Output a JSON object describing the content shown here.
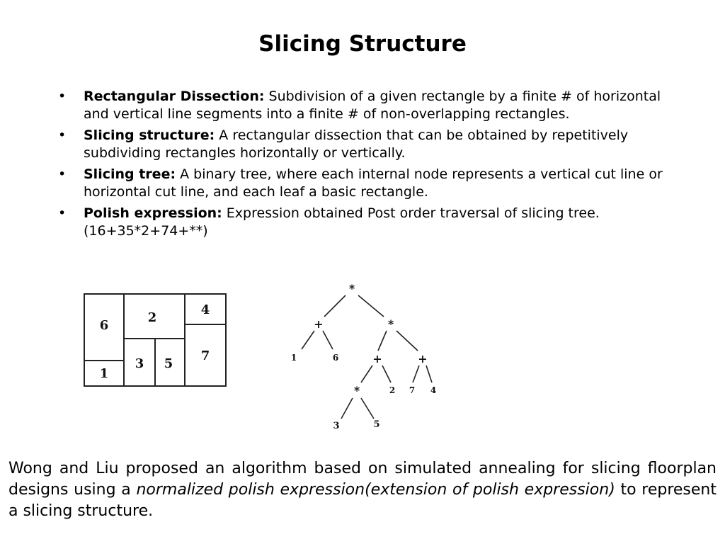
{
  "slide": {
    "title": "Slicing Structure"
  },
  "bullets": [
    {
      "term": "Rectangular Dissection:",
      "text": " Subdivision of a given rectangle by a finite # of horizontal and vertical line segments into a finite # of non-overlapping rectangles."
    },
    {
      "term": "Slicing structure:",
      "text": " A rectangular dissection that can be obtained by repetitively subdividing rectangles horizontally or vertically."
    },
    {
      "term": "Slicing tree:",
      "text": " A binary tree, where each internal node represents a vertical cut line or horizontal cut line, and each leaf a basic rectangle."
    },
    {
      "term": "Polish expression:",
      "text": " Expression obtained Post order traversal of slicing tree. (16+35*2+74+**)"
    }
  ],
  "bullet_symbol": "•",
  "floorplan": {
    "blocks": [
      "6",
      "1",
      "2",
      "3",
      "5",
      "4",
      "7"
    ]
  },
  "tree": {
    "nodes": [
      "*",
      "+",
      "*",
      "1",
      "6",
      "+",
      "+",
      "*",
      "2",
      "7",
      "4",
      "3",
      "5"
    ]
  },
  "footer": {
    "before": "Wong and Liu proposed an algorithm based on simulated annealing for slicing floorplan designs using a ",
    "emphasis": "normalized polish expression(extension of polish expression)",
    "after": " to represent a slicing structure."
  }
}
